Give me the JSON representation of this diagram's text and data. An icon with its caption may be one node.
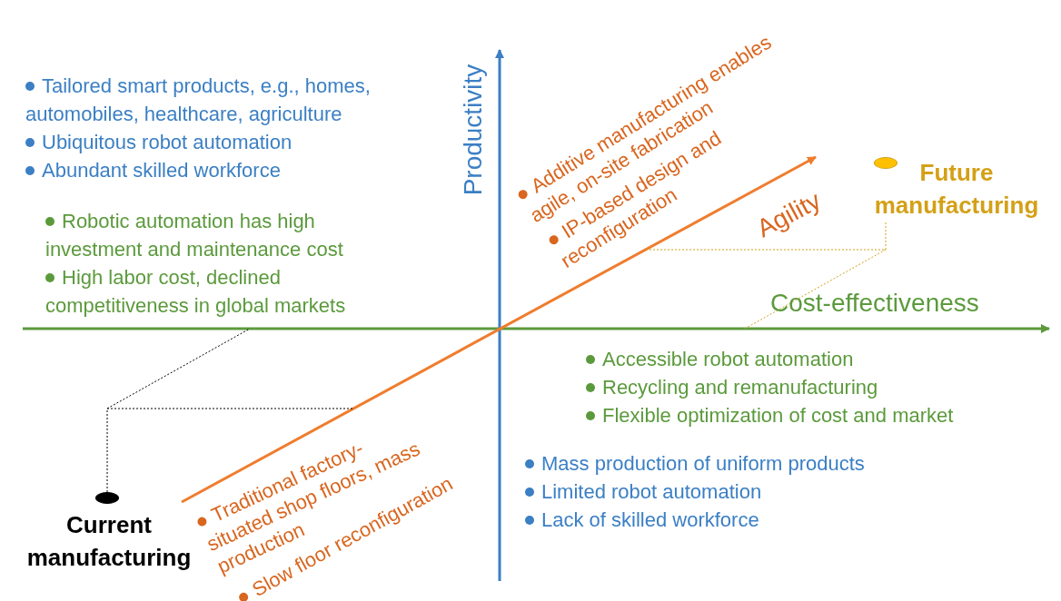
{
  "diagram": {
    "nodes": [
      {
        "text": [],
        "shape": "ellipse",
        "beside": [
          "Current manufacturing"
        ]
      },
      {
        "text": [],
        "shape": "ellipse",
        "beside": [
          "Future manufacturing"
        ]
      }
    ],
    "labels": [
      "Productivity",
      "Tailored smart products, e.g., homes, automobiles, healthcare, agriculture",
      "Ubiquitous robot automation",
      "Abundant skilled workforce",
      "Robotic automation has high investment and maintenance cost",
      "High labor cost, declined competitiveness in global markets",
      "Additive manufacturing enables agile, on-site fabrication",
      "IP-based design and reconfiguration",
      "Agility",
      "Cost-effectiveness",
      "Accessible robot automation",
      "Recycling and remanufacturing",
      "Flexible optimization of cost and market",
      "Traditional factory-situated shop floors, mass production",
      "Slow floor reconfiguration",
      "Mass production of uniform products",
      "Limited robot automation",
      "Lack of skilled workforce"
    ]
  }
}
